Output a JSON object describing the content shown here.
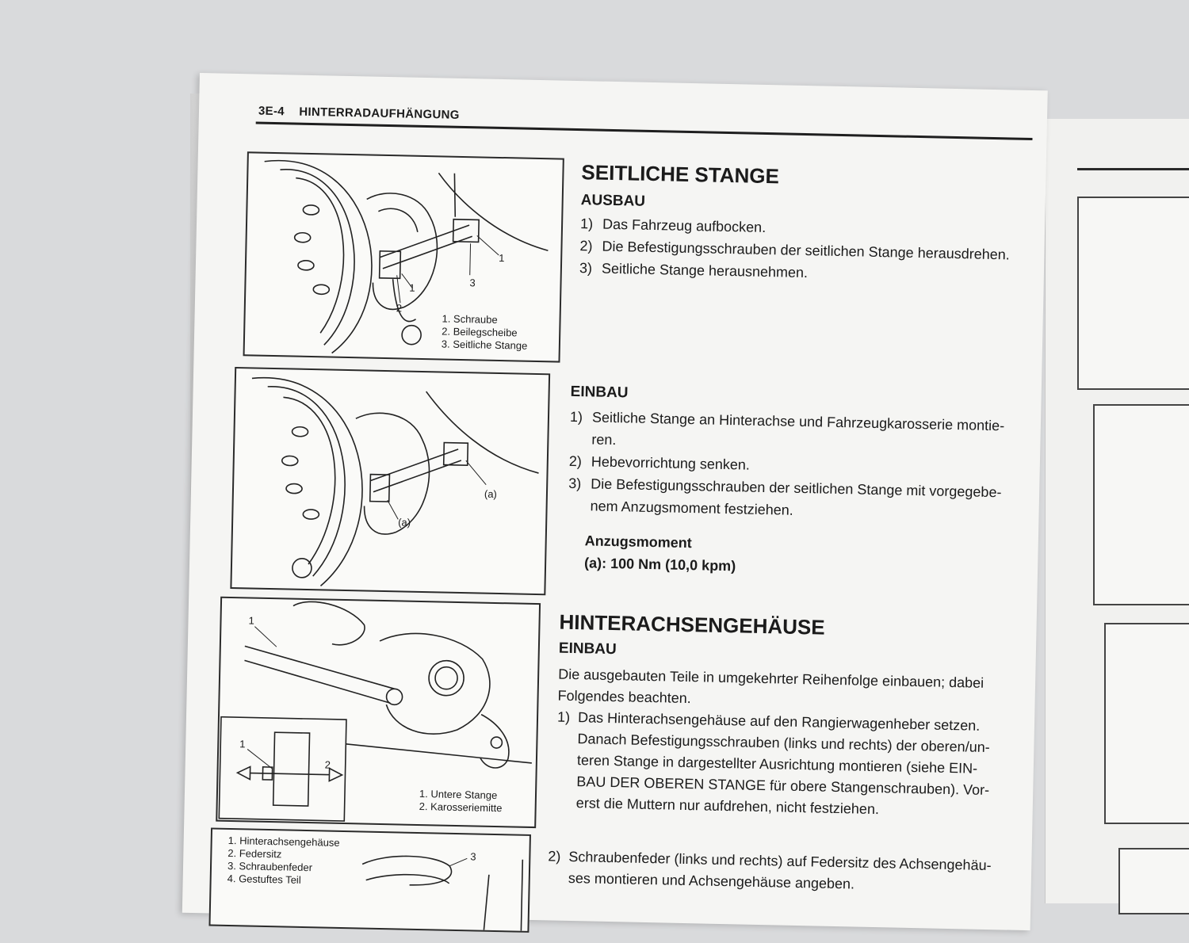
{
  "header": {
    "code": "3E-4",
    "title": "HINTERRADAUFHÄNGUNG"
  },
  "fig1": {
    "legend": [
      "1. Schraube",
      "2. Beilegscheibe",
      "3. Seitliche Stange"
    ],
    "callouts": [
      "1",
      "1",
      "2",
      "3"
    ]
  },
  "fig2": {
    "callouts": [
      "(a)",
      "(a)"
    ]
  },
  "fig3": {
    "legend": [
      "1. Untere Stange",
      "2. Karosseriemitte"
    ],
    "callouts": [
      "1",
      "1",
      "2"
    ]
  },
  "fig4": {
    "legend": [
      "1. Hinterachsengehäuse",
      "2. Federsitz",
      "3. Schraubenfeder",
      "4. Gestuftes Teil"
    ],
    "callouts": [
      "3"
    ]
  },
  "section1": {
    "title": "SEITLICHE STANGE",
    "ausbau": {
      "heading": "AUSBAU",
      "steps": [
        {
          "num": "1)",
          "text": "Das Fahrzeug aufbocken."
        },
        {
          "num": "2)",
          "text": "Die Befestigungsschrauben der seitlichen Stange herausdrehen."
        },
        {
          "num": "3)",
          "text": "Seitliche Stange herausnehmen."
        }
      ]
    },
    "einbau": {
      "heading": "EINBAU",
      "steps": [
        {
          "num": "1)",
          "text": "Seitliche Stange an Hinterachse und Fahrzeugkarosserie montie-",
          "cont": "ren."
        },
        {
          "num": "2)",
          "text": "Hebevorrichtung senken."
        },
        {
          "num": "3)",
          "text": "Die Befestigungsschrauben der seitlichen Stange mit vorgegebe-",
          "cont": "nem Anzugsmoment festziehen."
        }
      ],
      "torque_title": "Anzugsmoment",
      "torque_value": "(a): 100 Nm (10,0 kpm)"
    }
  },
  "section2": {
    "title": "HINTERACHSENGEHÄUSE",
    "einbau": {
      "heading": "EINBAU",
      "intro_1": "Die ausgebauten Teile in umgekehrter Reihenfolge einbauen; dabei",
      "intro_2": "Folgendes beachten.",
      "step1_num": "1)",
      "step1_lines": [
        "Das Hinterachsengehäuse auf den Rangierwagenheber setzen.",
        "Danach Befestigungsschrauben (links und rechts) der oberen/un-",
        "teren Stange in dargestellter Ausrichtung montieren (siehe EIN-",
        "BAU DER OBEREN STANGE für obere Stangenschrauben). Vor-",
        "erst die Muttern nur aufdrehen, nicht festziehen."
      ],
      "step2_num": "2)",
      "step2_lines": [
        "Schraubenfeder (links und rechts) auf Federsitz des Achsengehäu-",
        "ses montieren und Achsengehäuse angeben."
      ]
    }
  }
}
